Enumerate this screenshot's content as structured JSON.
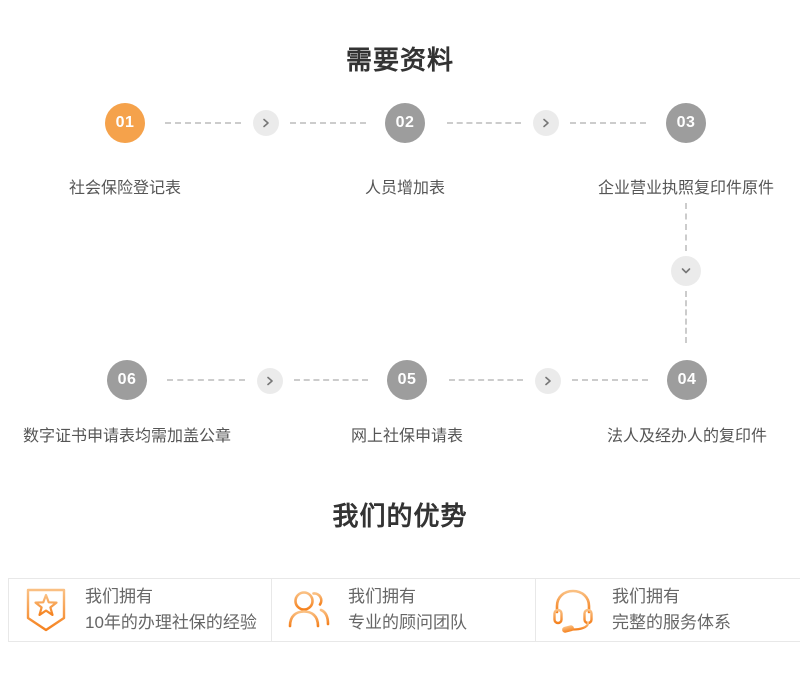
{
  "materials": {
    "title": "需要资料",
    "steps": [
      {
        "num": "01",
        "label": "社会保险登记表"
      },
      {
        "num": "02",
        "label": "人员增加表"
      },
      {
        "num": "03",
        "label": "企业营业执照复印件原件"
      },
      {
        "num": "04",
        "label": "法人及经办人的复印件"
      },
      {
        "num": "05",
        "label": "网上社保申请表"
      },
      {
        "num": "06",
        "label": "数字证书申请表均需加盖公章"
      }
    ]
  },
  "advantages": {
    "title": "我们的优势",
    "cards": [
      {
        "icon": "star-badge-icon",
        "line1": "我们拥有",
        "line2": "10年的办理社保的经验"
      },
      {
        "icon": "team-icon",
        "line1": "我们拥有",
        "line2": "专业的顾问团队"
      },
      {
        "icon": "headset-icon",
        "line1": "我们拥有",
        "line2": "完整的服务体系"
      }
    ]
  },
  "colors": {
    "accent_orange": "#F5A24B",
    "step_gray": "#9D9D9D",
    "icon_gradient_start": "#FAC083",
    "icon_gradient_end": "#F5821F",
    "title_text": "#333333",
    "label_text": "#555555",
    "card_border": "#E8E8E8",
    "dash_line": "#CCCCCC",
    "arrow_circle_bg": "#EBEBEB"
  }
}
